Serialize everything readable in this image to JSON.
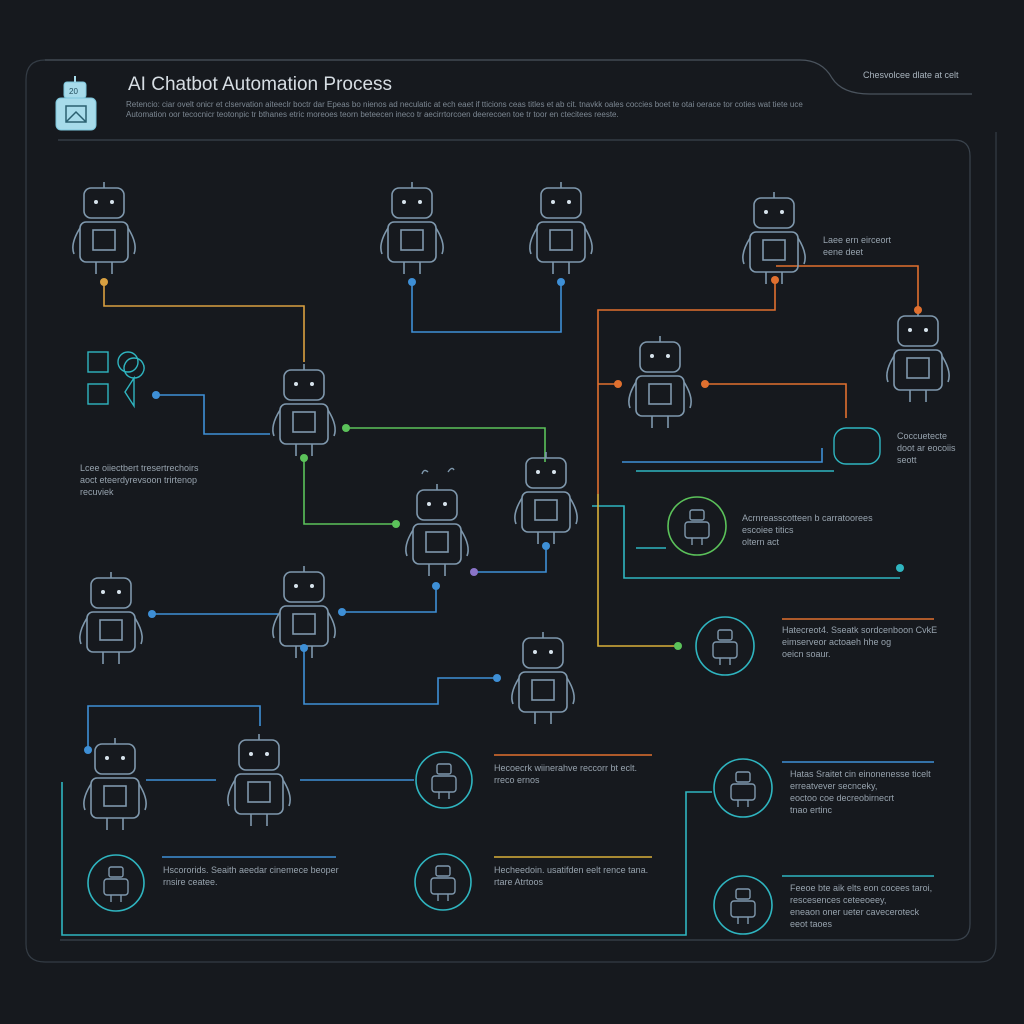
{
  "header": {
    "title": "AI Chatbot Automation Process",
    "subtitle": "Retencio: ciar ovelt onicr et clservation aiteeclr boctr dar Epeas bo nienos ad neculatic at ech eaet if tticions ceas titles et ab cit. tnavkk oales coccies boet te otai oerace tor coties wat tiete uce Automation oor tecocnicr teotonpic tr bthanes etric moreoes teorn beteecen ineco tr aecirrtorcoen deerecoen toe tr toor en ctecitees reeste.",
    "corner_text": "Chesvolcee dlate at celt"
  },
  "labels": {
    "top_right": "Laee ern eirceort\neene deet",
    "left_mid": "Lcee oiiectbert tresertrechoirs\naoct eteerdyrevsoon trirtenop\nrecuviek",
    "right_upper": "Coccuetecte\ndoot ar eocoiis\nseott",
    "right_mid": "Acrnreasscotteen b carratoorees\nescoiee titics\noltern act",
    "right_low": "Hatecreot4. Sseatk   sordcenboon CvkE\neimserveor actoaeh hhe og\noeicn soaur.",
    "center_low": "Hecoecrk  wiinerahve reccorr bt eclt.\nrreco ernos",
    "right_bottom_1": "Hatas Sraitet cin einonenesse ticelt\nerreatvever secnceky,\neoctoo coe decreobirnecrt\ntnao ertinc",
    "left_bottom": "Hscororids. Seaith  aeedar cinemece beoper\nrnsire ceatee.",
    "center_bottom": "Hecheedoin. usatifden eelt rence tana.\nrtare Atrtoos",
    "right_bottom_2": "Feeoe bte aik elts eon cocees taroi,\nrescesences ceteeoeey,\neneaon oner ueter caveceroteck\neeot taoes"
  },
  "colors": {
    "background": "#16191e",
    "panel_stroke": "#3a434d",
    "robot_stroke": "#7f98ad",
    "blue": "#3e8fd6",
    "teal": "#2fb5c0",
    "green": "#5bc25a",
    "orange": "#e0702f",
    "yellow": "#d9b03a",
    "purple": "#8a74c8",
    "amber": "#d9a040"
  },
  "icons": {
    "logo": "robot-logo-icon",
    "robot": "robot-icon",
    "document": "document-icon",
    "location": "location-pin-icon",
    "chat": "chat-icon"
  }
}
